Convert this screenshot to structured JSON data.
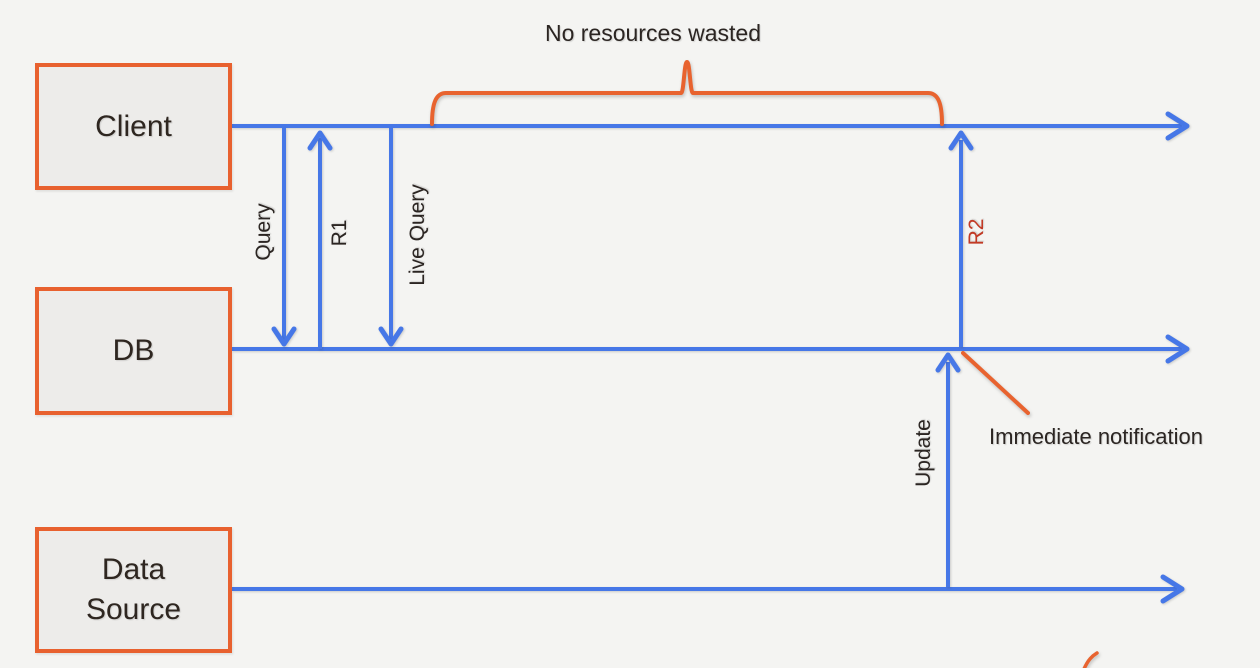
{
  "diagram": {
    "title": "No resources wasted",
    "nodes": [
      {
        "id": "client",
        "label": "Client"
      },
      {
        "id": "db",
        "label": "DB"
      },
      {
        "id": "data-source",
        "lines": [
          "Data",
          "Source"
        ]
      }
    ],
    "arrow_labels": {
      "query": "Query",
      "r1": "R1",
      "live_query": "Live Query",
      "r2": "R2",
      "update": "Update"
    },
    "annotations": {
      "immediate_notification": "Immediate notification"
    },
    "icons": {
      "brace": "curly-brace-icon",
      "arrowheads": "chevron-arrowhead-icon"
    },
    "colors": {
      "timeline_blue": "#4677E7",
      "accent_orange": "#E8632F",
      "node_border_orange": "#E8612F",
      "node_fill": "#EDECEA",
      "background": "#F4F4F2",
      "label_dark": "#2B2522",
      "r2_red": "#C23A25"
    }
  }
}
